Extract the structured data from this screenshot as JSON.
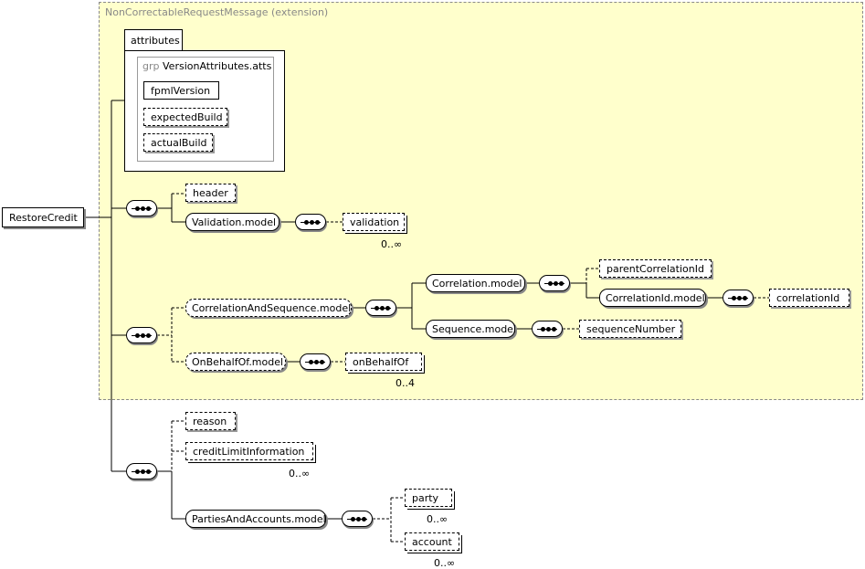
{
  "extension": {
    "label": "NonCorrectableRequestMessage (extension)"
  },
  "attributes": {
    "tab_label": "attributes",
    "group_keyword": "grp",
    "group_name": "VersionAttributes.atts",
    "items": [
      "fpmlVersion",
      "expectedBuild",
      "actualBuild"
    ]
  },
  "root": {
    "label": "RestoreCredit"
  },
  "elements": {
    "header": "header",
    "validation_model": "Validation.model",
    "validation": "validation",
    "validation_occ": "0..∞",
    "correlation_and_sequence_model": "CorrelationAndSequence.model",
    "correlation_model": "Correlation.model",
    "parent_correlation_id": "parentCorrelationId",
    "correlation_id_model": "CorrelationId.model",
    "correlation_id": "correlationId",
    "sequence_model": "Sequence.model",
    "sequence_number": "sequenceNumber",
    "on_behalf_of_model": "OnBehalfOf.model",
    "on_behalf_of": "onBehalfOf",
    "on_behalf_of_occ": "0..4",
    "reason": "reason",
    "credit_limit_information": "creditLimitInformation",
    "credit_limit_information_occ": "0..∞",
    "parties_and_accounts_model": "PartiesAndAccounts.model",
    "party": "party",
    "party_occ": "0..∞",
    "account": "account",
    "account_occ": "0..∞"
  }
}
